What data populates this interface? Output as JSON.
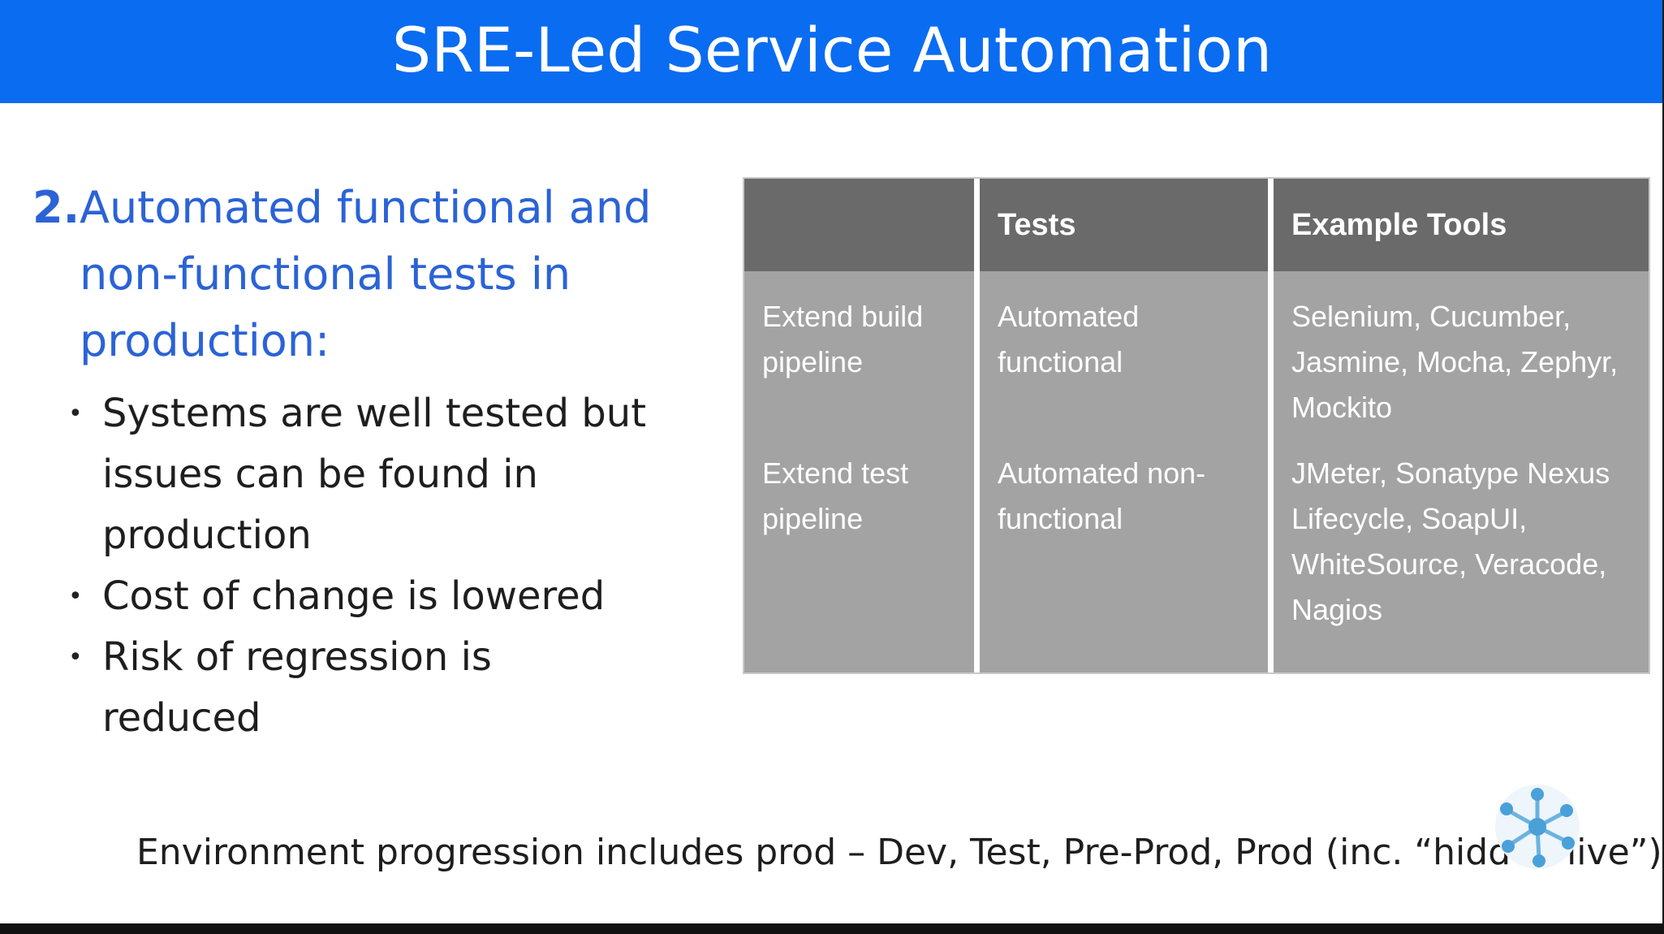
{
  "header": {
    "title": "SRE-Led Service Automation"
  },
  "section": {
    "number": "2.",
    "heading": "Automated functional and non-functional tests in production:"
  },
  "bullets": [
    "Systems are well tested but issues can be found in production",
    "Cost of change is lowered",
    "Risk of regression is reduced"
  ],
  "table": {
    "headers": [
      "",
      "Tests",
      "Example Tools"
    ],
    "rows": [
      [
        "Extend build pipeline",
        "Automated functional",
        "Selenium, Cucumber, Jasmine, Mocha, Zephyr, Mockito"
      ],
      [
        "Extend test pipeline",
        "Automated non-functional",
        "JMeter, Sonatype Nexus Lifecycle, SoapUI, WhiteSource, Veracode, Nagios"
      ]
    ]
  },
  "footer": {
    "note": "Environment progression includes prod – Dev, Test, Pre-Prod, Prod (inc. “hidden live”)"
  },
  "colors": {
    "header_bg": "#0a6cf0",
    "heading_text": "#2b63d6",
    "table_header_bg": "#6a6a6a",
    "table_body_bg": "#a3a3a3"
  },
  "icons": {
    "logo": "molecule-logo-icon"
  }
}
